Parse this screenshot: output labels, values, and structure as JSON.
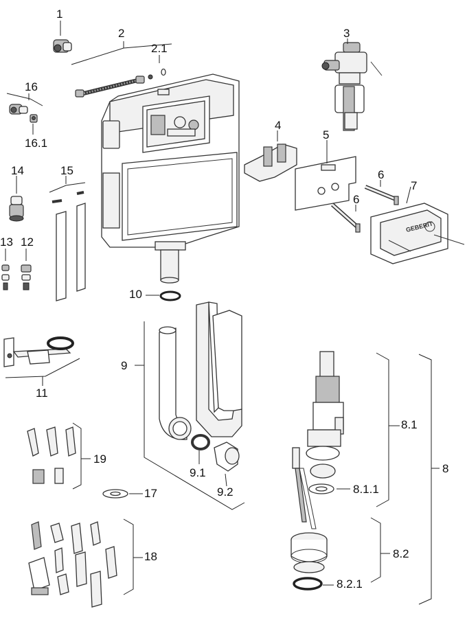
{
  "labels": {
    "l1": "1",
    "l2": "2",
    "l2_1": "2.1",
    "l3": "3",
    "l4": "4",
    "l5": "5",
    "l6a": "6",
    "l6b": "6",
    "l7": "7",
    "l8": "8",
    "l8_1": "8.1",
    "l8_1_1": "8.1.1",
    "l8_2": "8.2",
    "l8_2_1": "8.2.1",
    "l9": "9",
    "l9_1": "9.1",
    "l9_2": "9.2",
    "l10": "10",
    "l11": "11",
    "l12": "12",
    "l13": "13",
    "l14": "14",
    "l15": "15",
    "l16": "16",
    "l16_1": "16.1",
    "l17": "17",
    "l18": "18",
    "l19": "19"
  },
  "logo_text": "GEBERIT"
}
